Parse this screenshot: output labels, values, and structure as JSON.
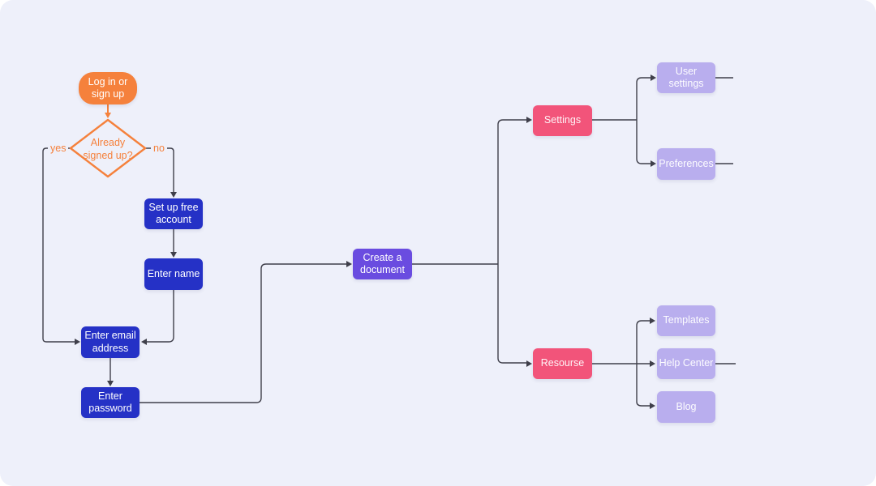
{
  "diagram": {
    "title": "login-signup-flowchart",
    "background": "#eef0fa",
    "colors": {
      "orange": "#f5813c",
      "blue": "#2531c6",
      "purple": "#6a4ce0",
      "pink": "#f2547a",
      "lavender": "#b9aeee",
      "edge": "#3f3f4a"
    },
    "nodes": {
      "login": {
        "label": "Log in or\nsign up"
      },
      "decision": {
        "label": "Already\nsigned up?"
      },
      "setup_account": {
        "label": "Set up free\naccount"
      },
      "enter_name": {
        "label": "Enter name"
      },
      "enter_email": {
        "label": "Enter email\naddress"
      },
      "enter_password": {
        "label": "Enter\npassword"
      },
      "create_document": {
        "label": "Create a\ndocument"
      },
      "settings": {
        "label": "Settings"
      },
      "user_settings": {
        "label": "User\nsettings"
      },
      "preferences": {
        "label": "Preferences"
      },
      "resourse": {
        "label": "Resourse"
      },
      "templates": {
        "label": "Templates"
      },
      "help_center": {
        "label": "Help Center"
      },
      "blog": {
        "label": "Blog"
      }
    },
    "edge_labels": {
      "yes": "yes",
      "no": "no"
    }
  }
}
